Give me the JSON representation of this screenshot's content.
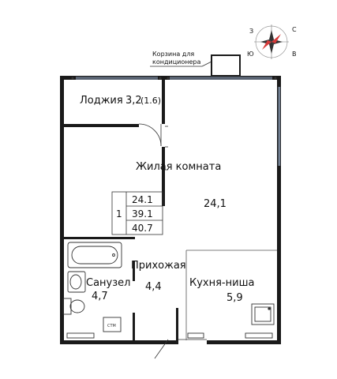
{
  "compass": {
    "labels": [
      "С",
      "Ю",
      "З",
      "В"
    ]
  },
  "ac_basket": {
    "line1": "Корзина для",
    "line2": "кондиционера"
  },
  "rooms": {
    "loggia": {
      "name": "Лоджия",
      "area": "3,2",
      "area_alt": "(1.6)"
    },
    "living": {
      "name": "Жилая комната",
      "area": "24,1"
    },
    "hall": {
      "name": "Прихожая",
      "area": "4,4"
    },
    "bathroom": {
      "name": "Санузел",
      "area": "4,7"
    },
    "kitchen": {
      "name": "Кухня-ниша",
      "area": "5,9"
    }
  },
  "summary": {
    "rooms_count": "1",
    "living_area": "24.1",
    "total_area": "39.1",
    "total_with_loggia": "40.7"
  },
  "colors": {
    "wall": "#1a1a1a",
    "window": "#7f8fa6",
    "compass_red": "#d63a3a"
  }
}
